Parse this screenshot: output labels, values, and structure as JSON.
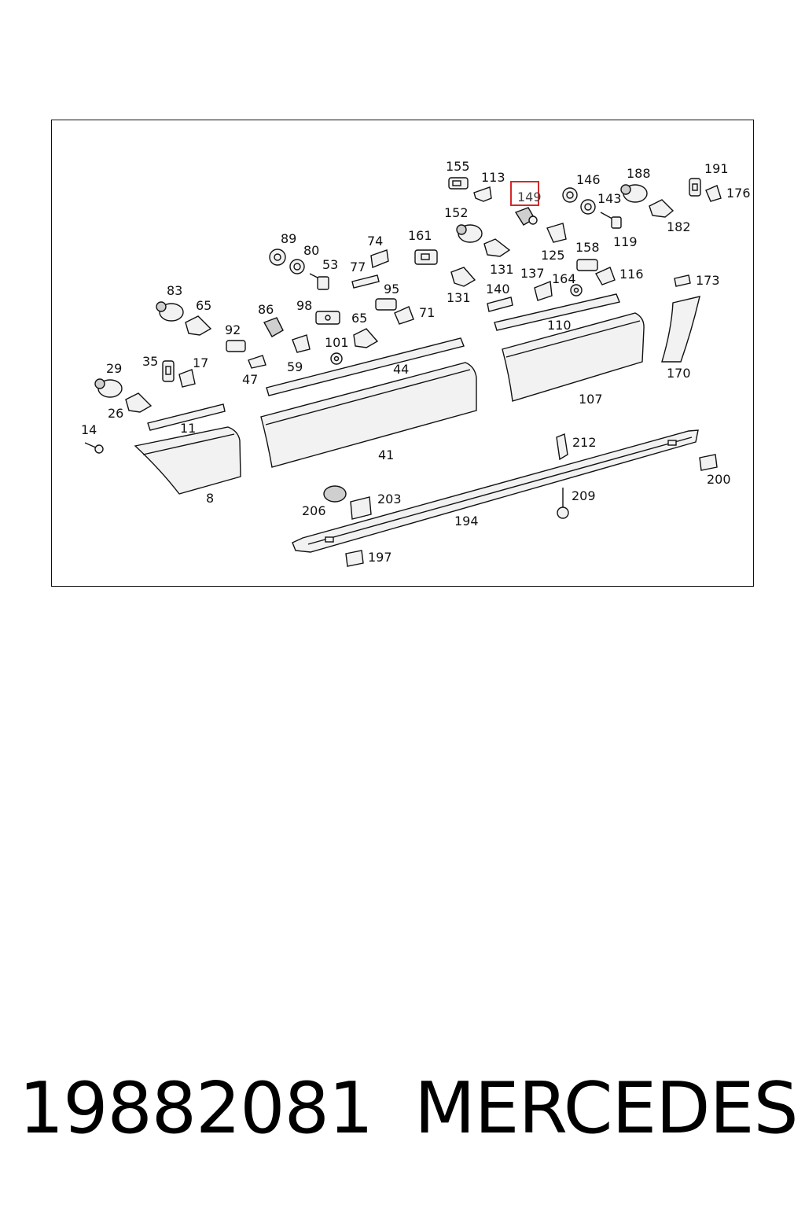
{
  "diagram": {
    "highlight_color": "#d62828",
    "highlighted_label": "149",
    "callouts": [
      "155",
      "113",
      "149",
      "146",
      "188",
      "191",
      "176",
      "152",
      "143",
      "182",
      "89",
      "80",
      "74",
      "161",
      "119",
      "53",
      "77",
      "125",
      "158",
      "131",
      "116",
      "83",
      "65",
      "86",
      "98",
      "95",
      "71",
      "131",
      "137",
      "164",
      "140",
      "173",
      "92",
      "65",
      "101",
      "110",
      "44",
      "35",
      "17",
      "29",
      "47",
      "59",
      "170",
      "26",
      "107",
      "14",
      "11",
      "41",
      "212",
      "8",
      "203",
      "209",
      "200",
      "206",
      "194",
      "197"
    ]
  },
  "footer": {
    "part_number": "19882081",
    "brand": "MERCEDES"
  }
}
